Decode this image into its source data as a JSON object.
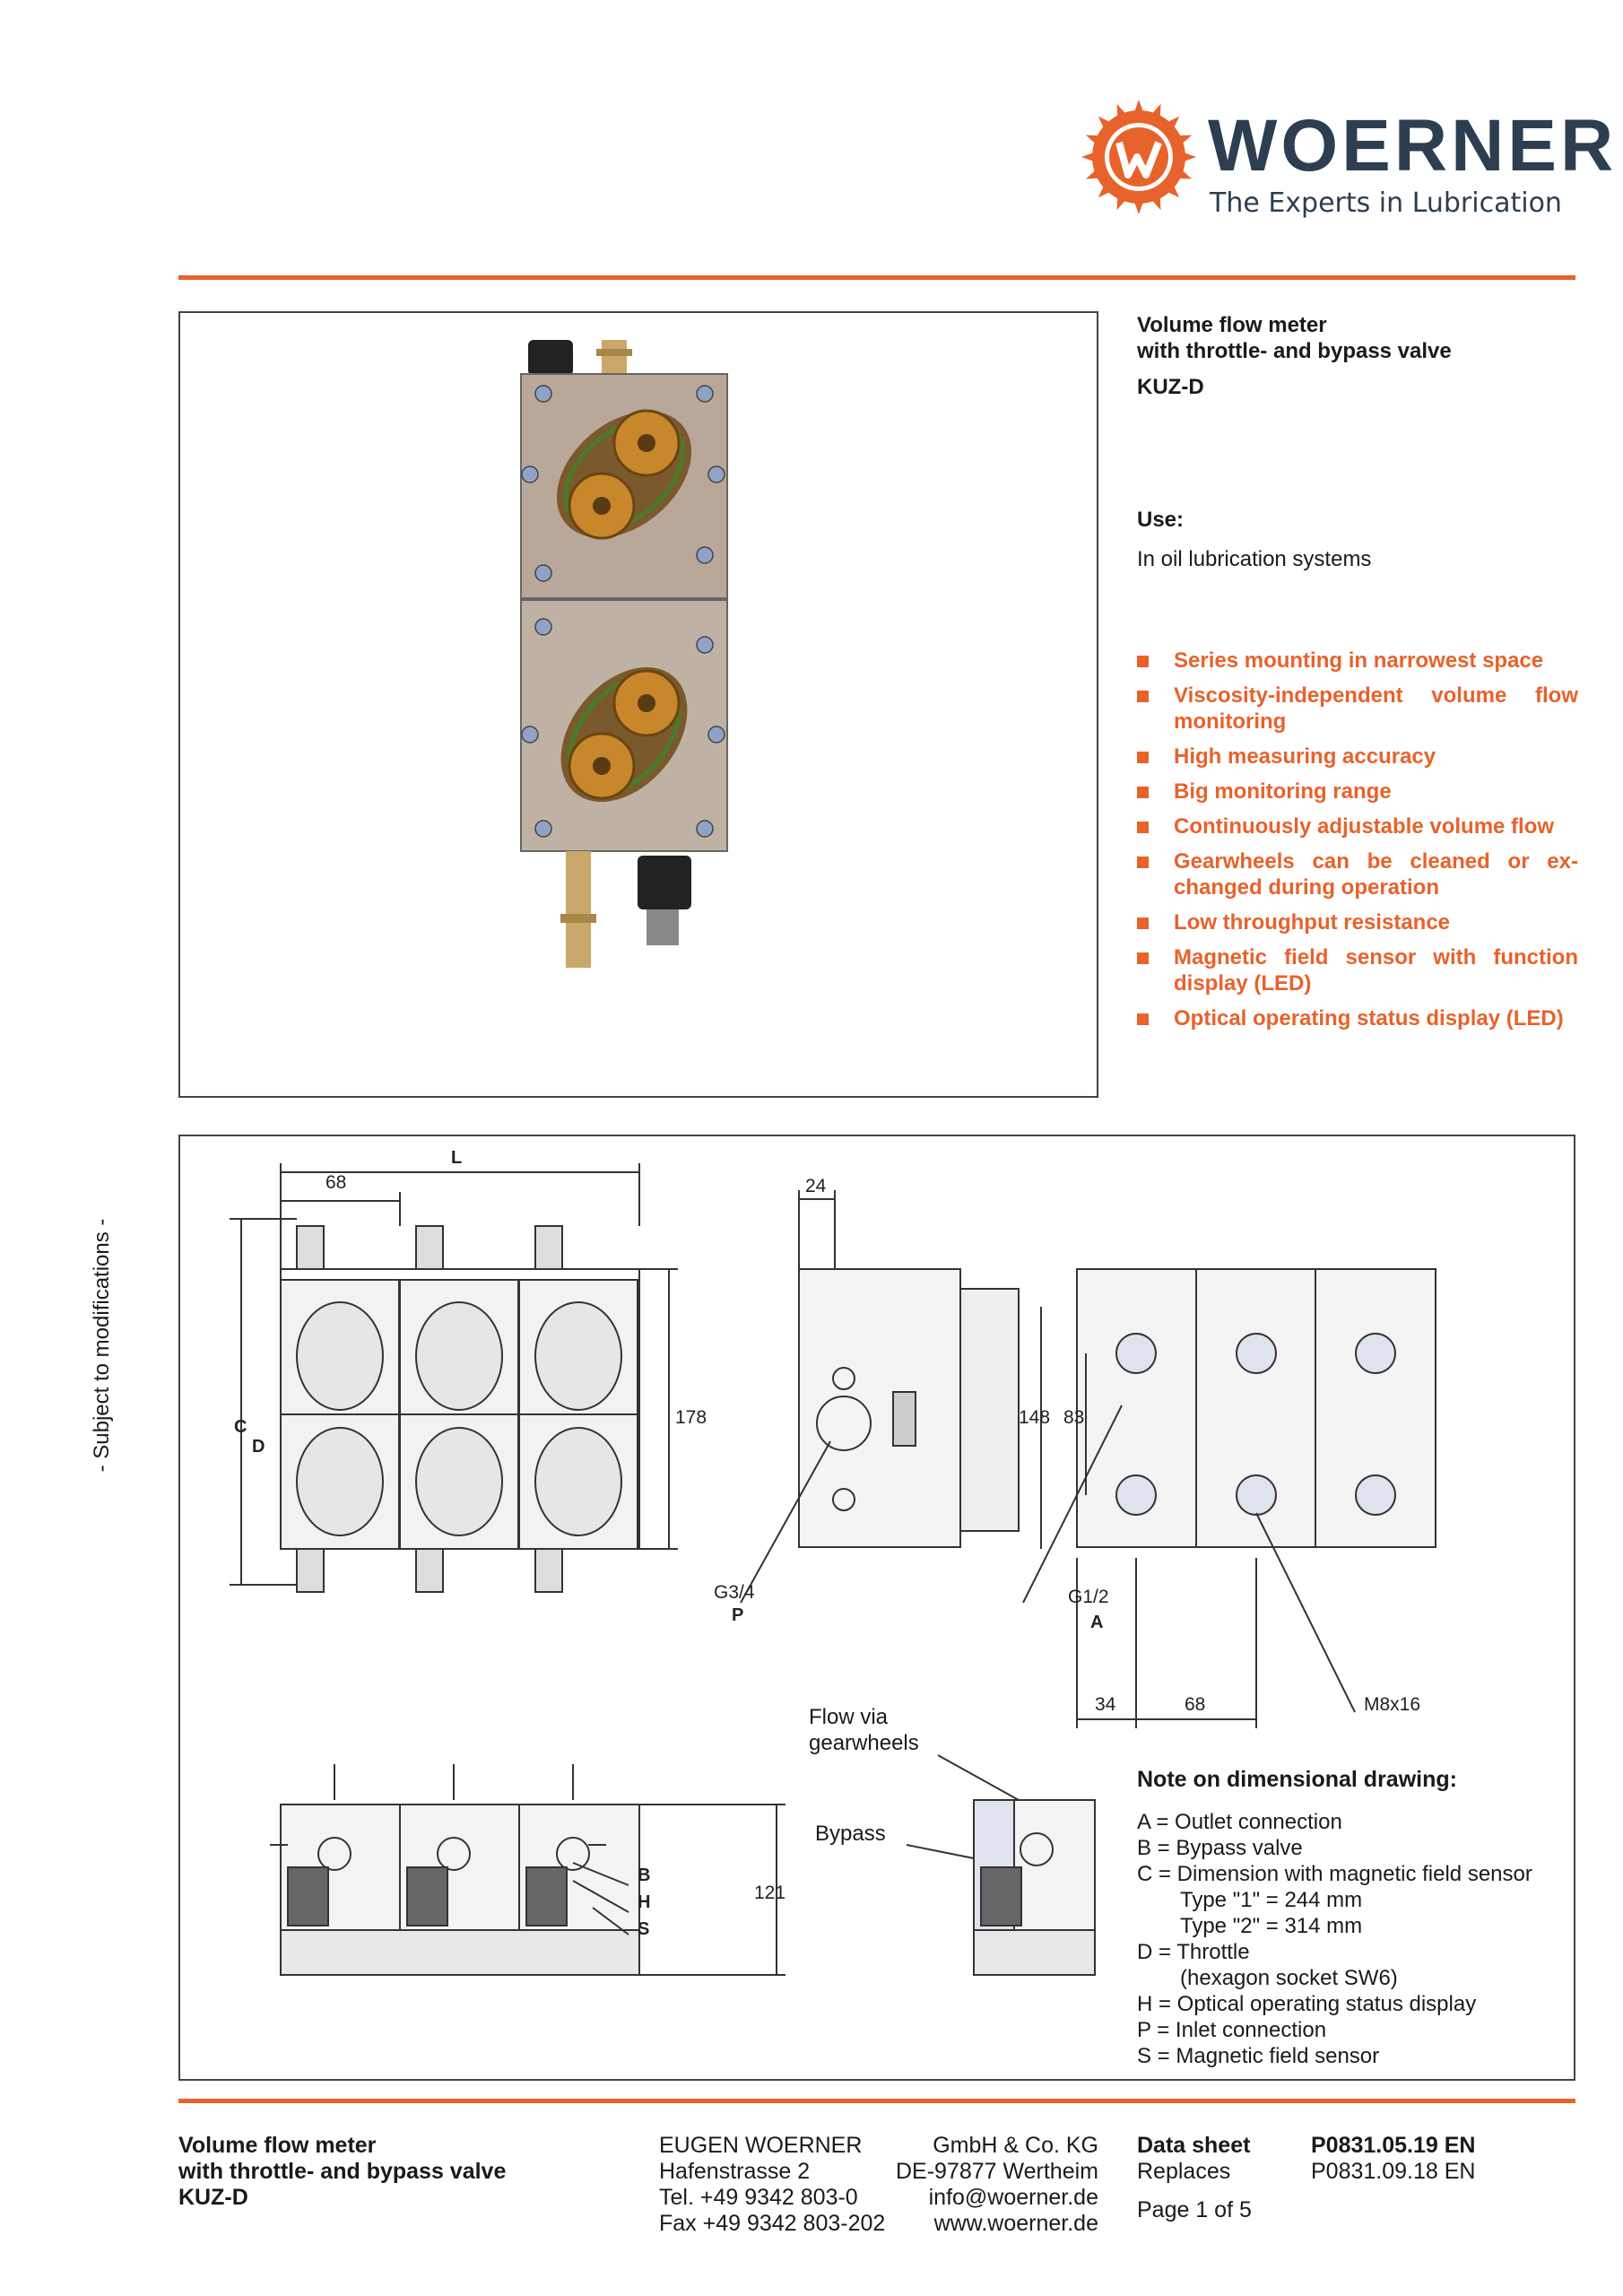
{
  "brand": {
    "name": "WOERNER",
    "tagline": "The Experts in Lubrication",
    "colors": {
      "accent": "#e8622c",
      "dark": "#2c3e50"
    }
  },
  "product": {
    "title_line1": "Volume flow meter",
    "title_line2": "with throttle- and bypass valve",
    "code": "KUZ-D",
    "use_heading": "Use:",
    "use_text": "In oil lubrication systems"
  },
  "features": [
    "Series mounting in narrowest space",
    "Viscosity-independent volume flow monitoring",
    "High measuring accuracy",
    "Big monitoring range",
    "Continuously adjustable volume flow",
    "Gearwheels can be cleaned or ex-changed during operation",
    "Low throughput resistance",
    "Magnetic field sensor with function display (LED)",
    "Optical operating status display (LED)"
  ],
  "side_note": "- Subject to modifications -",
  "drawing": {
    "dims": {
      "d68": "68",
      "L": "L",
      "C": "C",
      "D": "D",
      "d178": "178",
      "d24": "24",
      "g34": "G3/4",
      "p": "P",
      "d148": "148",
      "d83": "83",
      "g12": "G1/2",
      "a": "A",
      "d34": "34",
      "d68b": "68",
      "m8": "M8x16",
      "d121": "121",
      "b": "B",
      "h": "H",
      "s": "S"
    },
    "callouts": {
      "flow_line1": "Flow via",
      "flow_line2": "gearwheels",
      "bypass": "Bypass"
    }
  },
  "note": {
    "heading": "Note on dimensional drawing:",
    "lines": [
      "A = Outlet connection",
      "B = Bypass valve",
      "C = Dimension with magnetic field sensor",
      "Type \"1\" = 244 mm",
      "Type \"2\" = 314 mm",
      "D = Throttle",
      "(hexagon socket SW6)",
      "H = Optical operating status display",
      "P = Inlet connection",
      "S = Magnetic field sensor"
    ]
  },
  "footer": {
    "product_line1": "Volume flow meter",
    "product_line2": "with throttle- and bypass valve",
    "product_code": "KUZ-D",
    "company": "EUGEN  WOERNER",
    "company_suffix": "GmbH  &  Co. KG",
    "street": "Hafenstrasse  2",
    "city": "DE-97877  Wertheim",
    "tel": "Tel.  +49 9342 803-0",
    "email": "info@woerner.de",
    "fax": "Fax +49 9342 803-202",
    "web": "www.woerner.de",
    "ds_label": "Data sheet",
    "replaces_label": "Replaces",
    "ds_number": "P0831.05.19 EN",
    "replaces_number": "P0831.09.18 EN",
    "page": "Page 1 of 5"
  }
}
